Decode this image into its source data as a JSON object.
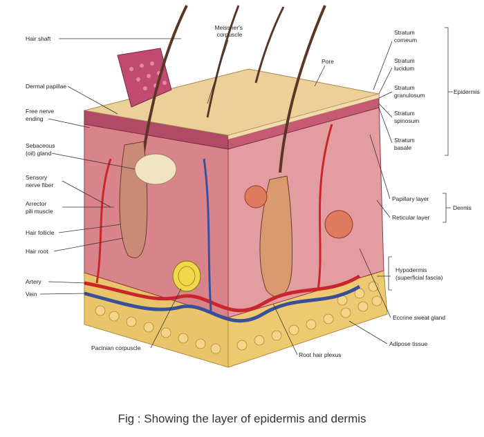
{
  "labels": {
    "hair_shaft": "Hair shaft",
    "meissners_line1": "Meissner's",
    "meissners_line2": "corpuscle",
    "pore": "Pore",
    "dermal_papillae": "Dermal papillae",
    "free_nerve_line1": "Free nerve",
    "free_nerve_line2": "ending",
    "sebaceous_line1": "Sebaceous",
    "sebaceous_line2": "(oil) gland",
    "sensory_line1": "Sensory",
    "sensory_line2": "nerve fiber",
    "arrector_line1": "Arrector",
    "arrector_line2": "pili muscle",
    "hair_follicle": "Hair follicle",
    "hair_root": "Hair root",
    "artery": "Artery",
    "vein": "Vein",
    "pacinian": "Pacinian corpuscle",
    "root_hair_plexus": "Root hair plexus",
    "adipose": "Adipose tissue",
    "eccrine": "Eccrine sweat gland",
    "hypodermis_line1": "Hypodermis",
    "hypodermis_line2": "(superficial fascia)",
    "papillary": "Papillary layer",
    "reticular": "Reticular layer",
    "dermis": "Dermis",
    "epidermis": "Epidermis",
    "corneum_line1": "Stratum",
    "corneum_line2": "corneum",
    "lucidum_line1": "Stratum",
    "lucidum_line2": "lucidum",
    "granulosum_line1": "Stratum",
    "granulosum_line2": "granulosum",
    "spinosum_line1": "Stratum",
    "spinosum_line2": "spinosum",
    "basale_line1": "Stratum",
    "basale_line2": "basale"
  },
  "caption": "Fig : Showing the layer of epidermis and dermis",
  "colors": {
    "epidermis_top": "#ecd09a",
    "dermis": "#d9848a",
    "artery": "#c8262a",
    "vein": "#3a4f9a",
    "fat": "#e9c46a"
  }
}
